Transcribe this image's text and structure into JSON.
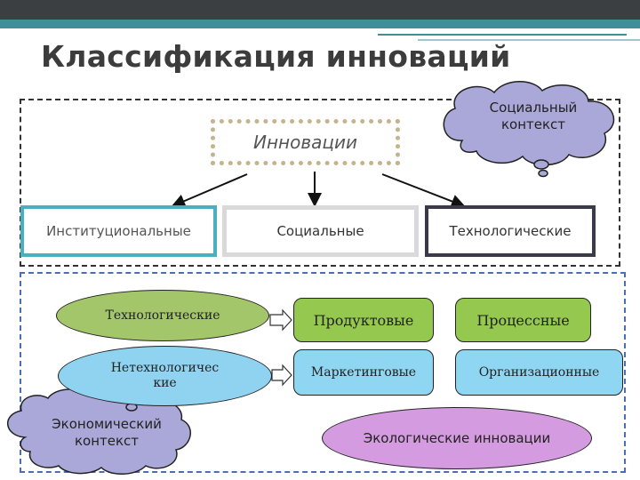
{
  "title": "Классификация инноваций",
  "top": {
    "root": "Инновации",
    "categories": [
      "Институциональные",
      "Социальные",
      "Технологические"
    ],
    "cloud": [
      "Социальный",
      "контекст"
    ]
  },
  "bottom": {
    "ellipses": [
      {
        "text": "Технологические"
      },
      {
        "lines": [
          "Нетехнологичес",
          "кие"
        ]
      }
    ],
    "boxes": [
      "Продуктовые",
      "Процессные",
      "Маркетинговые",
      "Организационные"
    ],
    "eco": "Экологические инновации",
    "cloud": [
      "Экономический",
      "контекст"
    ]
  },
  "colors": {
    "header_dark": "#3b3f41",
    "header_teal": "#3f8f9a",
    "green": "#94c84e",
    "blue": "#8fd6f2",
    "purple": "#d59be0",
    "cloud": "#a9a8d8"
  }
}
